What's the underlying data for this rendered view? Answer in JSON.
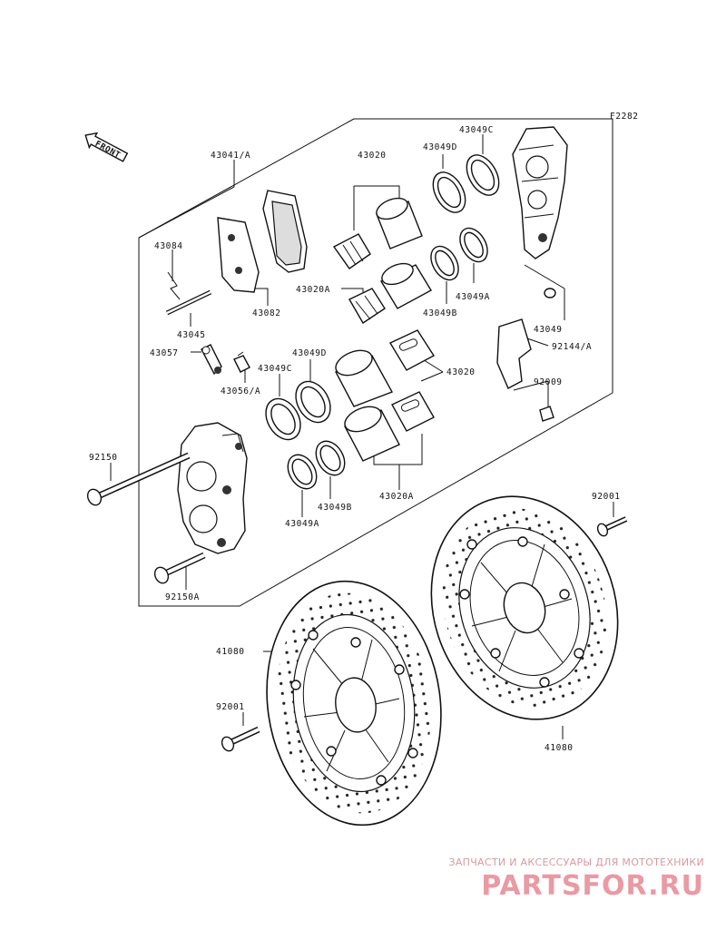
{
  "diagram_code": "F2282",
  "front_label": "FRONT",
  "parts": {
    "p43041": "43041/A",
    "p43084": "43084",
    "p43082": "43082",
    "p43045": "43045",
    "p43020_top": "43020",
    "p43020A_top": "43020A",
    "p43049D_top": "43049D",
    "p43049C_top": "43049C",
    "p43049B_top": "43049B",
    "p43049A_top": "43049A",
    "p43049": "43049",
    "p92144": "92144/A",
    "p92009": "92009",
    "p43057": "43057",
    "p43056": "43056/A",
    "p43049D_mid": "43049D",
    "p43049C_mid": "43049C",
    "p43020_mid": "43020",
    "p43049B_low": "43049B",
    "p43020A_low": "43020A",
    "p43049A_low": "43049A",
    "p92150": "92150",
    "p92150A": "92150A",
    "p92001_right": "92001",
    "p41080_left": "41080",
    "p92001_left": "92001",
    "p41080_right": "41080"
  },
  "watermark": {
    "tagline": "ЗАПЧАСТИ И АКСЕССУАРЫ ДЛЯ МОТОТЕХНИКИ",
    "logo": "PARTSFOR.RU"
  }
}
